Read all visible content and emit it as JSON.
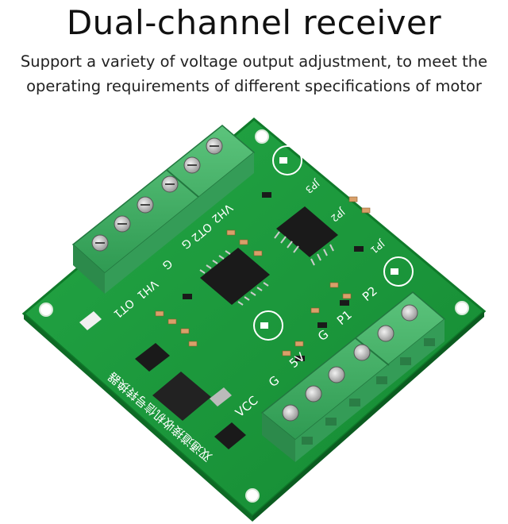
{
  "title": "Dual-channel receiver",
  "subtitle_line1": "Support a variety of voltage output adjustment, to meet the",
  "subtitle_line2": "operating requirements of different specifications of motor",
  "board": {
    "silk": {
      "vh2": "VH2",
      "ot2": "OT2",
      "g_top": "G",
      "vh1": "VH1",
      "ot1": "OT1",
      "g_left": "G",
      "p2": "P2",
      "p1": "P1",
      "g_right": "G",
      "v5": "5V",
      "g_bottom": "G",
      "vcc": "VCC",
      "jp3": "JP3",
      "jp2": "JP2",
      "jp1": "JP1",
      "chinese": "双通道接收机信号转换器"
    },
    "colors": {
      "pcb": "#1e9a3c",
      "terminal": "#3fae62",
      "chip": "#1a1a1a"
    }
  }
}
